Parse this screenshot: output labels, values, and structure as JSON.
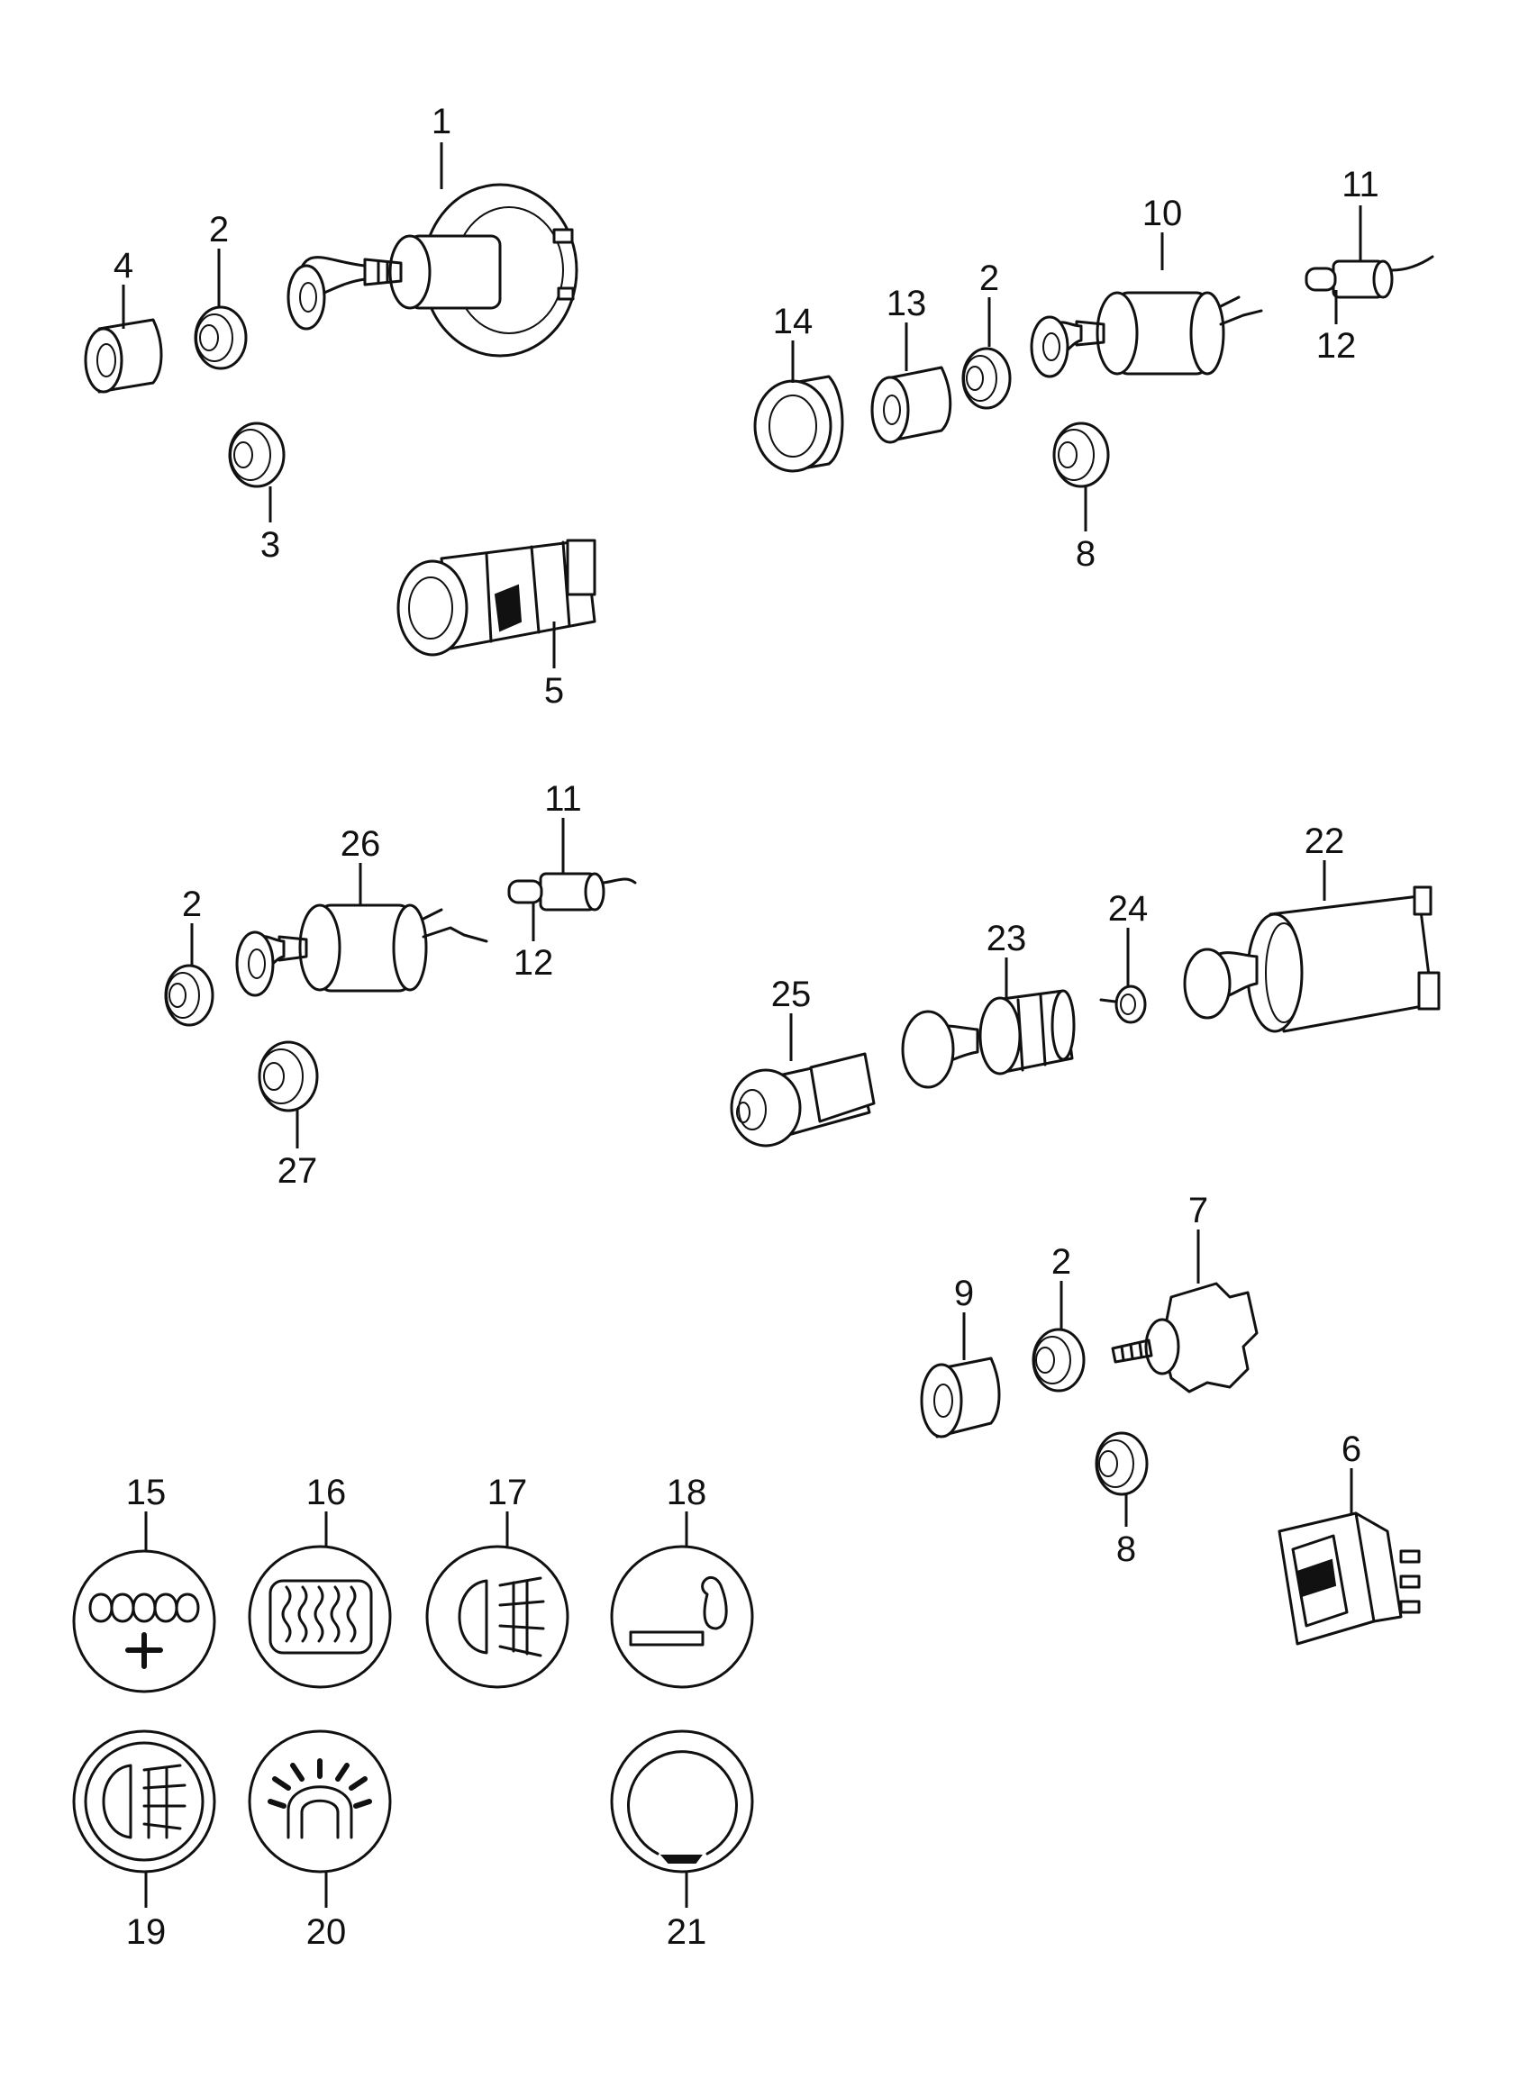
{
  "labels": {
    "p1": "1",
    "p2a": "2",
    "p2b": "2",
    "p2c": "2",
    "p2d": "2",
    "p3": "3",
    "p4": "4",
    "p5": "5",
    "p6": "6",
    "p7": "7",
    "p8a": "8",
    "p8b": "8",
    "p9": "9",
    "p10": "10",
    "p11a": "11",
    "p11b": "11",
    "p12a": "12",
    "p12b": "12",
    "p13": "13",
    "p14": "14",
    "p15": "15",
    "p16": "16",
    "p17": "17",
    "p18": "18",
    "p19": "19",
    "p20": "20",
    "p21": "21",
    "p22": "22",
    "p23": "23",
    "p24": "24",
    "p25": "25",
    "p26": "26",
    "p27": "27"
  },
  "icons": {
    "p15": "rear-window-heater-symbol-icon",
    "p16": "heated-rear-window-symbol-icon",
    "p17": "fog-light-symbol-icon",
    "p18": "cigarette-lighter-symbol-icon",
    "p19": "rear-fog-light-symbol-icon",
    "p20": "interior-light-symbol-icon",
    "p21": "blank-ring-symbol-icon"
  },
  "colors": {
    "ink": "#111111",
    "paper": "#ffffff"
  }
}
